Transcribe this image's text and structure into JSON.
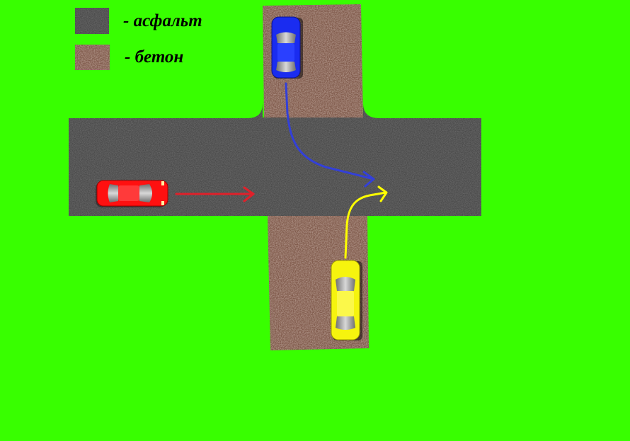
{
  "legend": {
    "asphalt_label": "- асфальт",
    "concrete_label": "- бетон"
  },
  "colors": {
    "grass": "#38ff00",
    "asphalt": "#3b3b3b",
    "concrete": "#7e5849",
    "car_red": "#ff1010",
    "car_blue": "#1a2cf0",
    "car_yellow": "#f6f40e",
    "arrow_red": "#e0202a",
    "arrow_blue": "#3340d8",
    "arrow_yellow": "#ffff00"
  },
  "cars": [
    {
      "color": "red",
      "heading": "east"
    },
    {
      "color": "blue",
      "heading": "south"
    },
    {
      "color": "yellow",
      "heading": "north"
    }
  ],
  "maneuvers": [
    {
      "car": "red",
      "direction": "straight"
    },
    {
      "car": "blue",
      "direction": "left-turn"
    },
    {
      "car": "yellow",
      "direction": "right-turn"
    }
  ]
}
